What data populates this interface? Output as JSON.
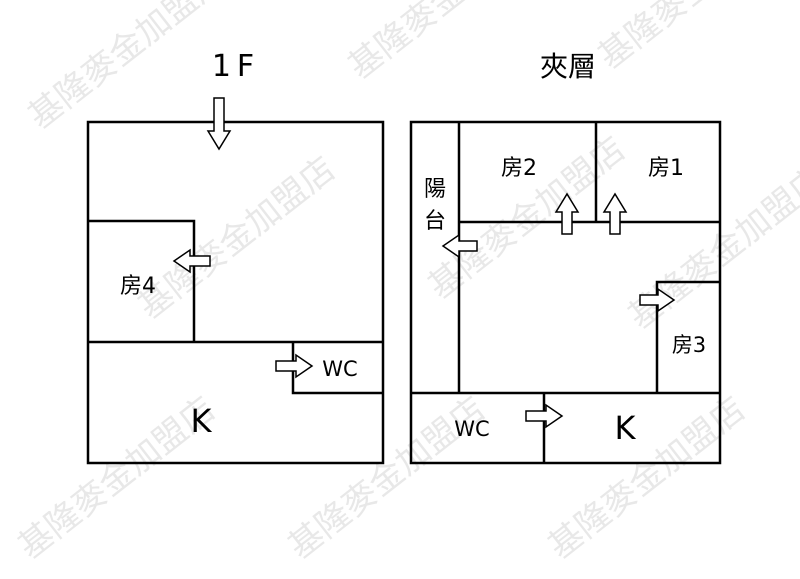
{
  "watermark": "基隆麥金加盟店",
  "floors": {
    "first": {
      "title": "1F",
      "rooms": {
        "room4": "房4",
        "wc": "WC",
        "kitchen": "K"
      }
    },
    "mezzanine": {
      "title": "夾層",
      "rooms": {
        "balcony": "陽\n台",
        "room2": "房2",
        "room1": "房1",
        "room3": "房3",
        "wc": "WC",
        "kitchen": "K"
      }
    }
  },
  "colors": {
    "line": "#000000",
    "watermark": "#d7d7d7",
    "background": "#ffffff"
  }
}
